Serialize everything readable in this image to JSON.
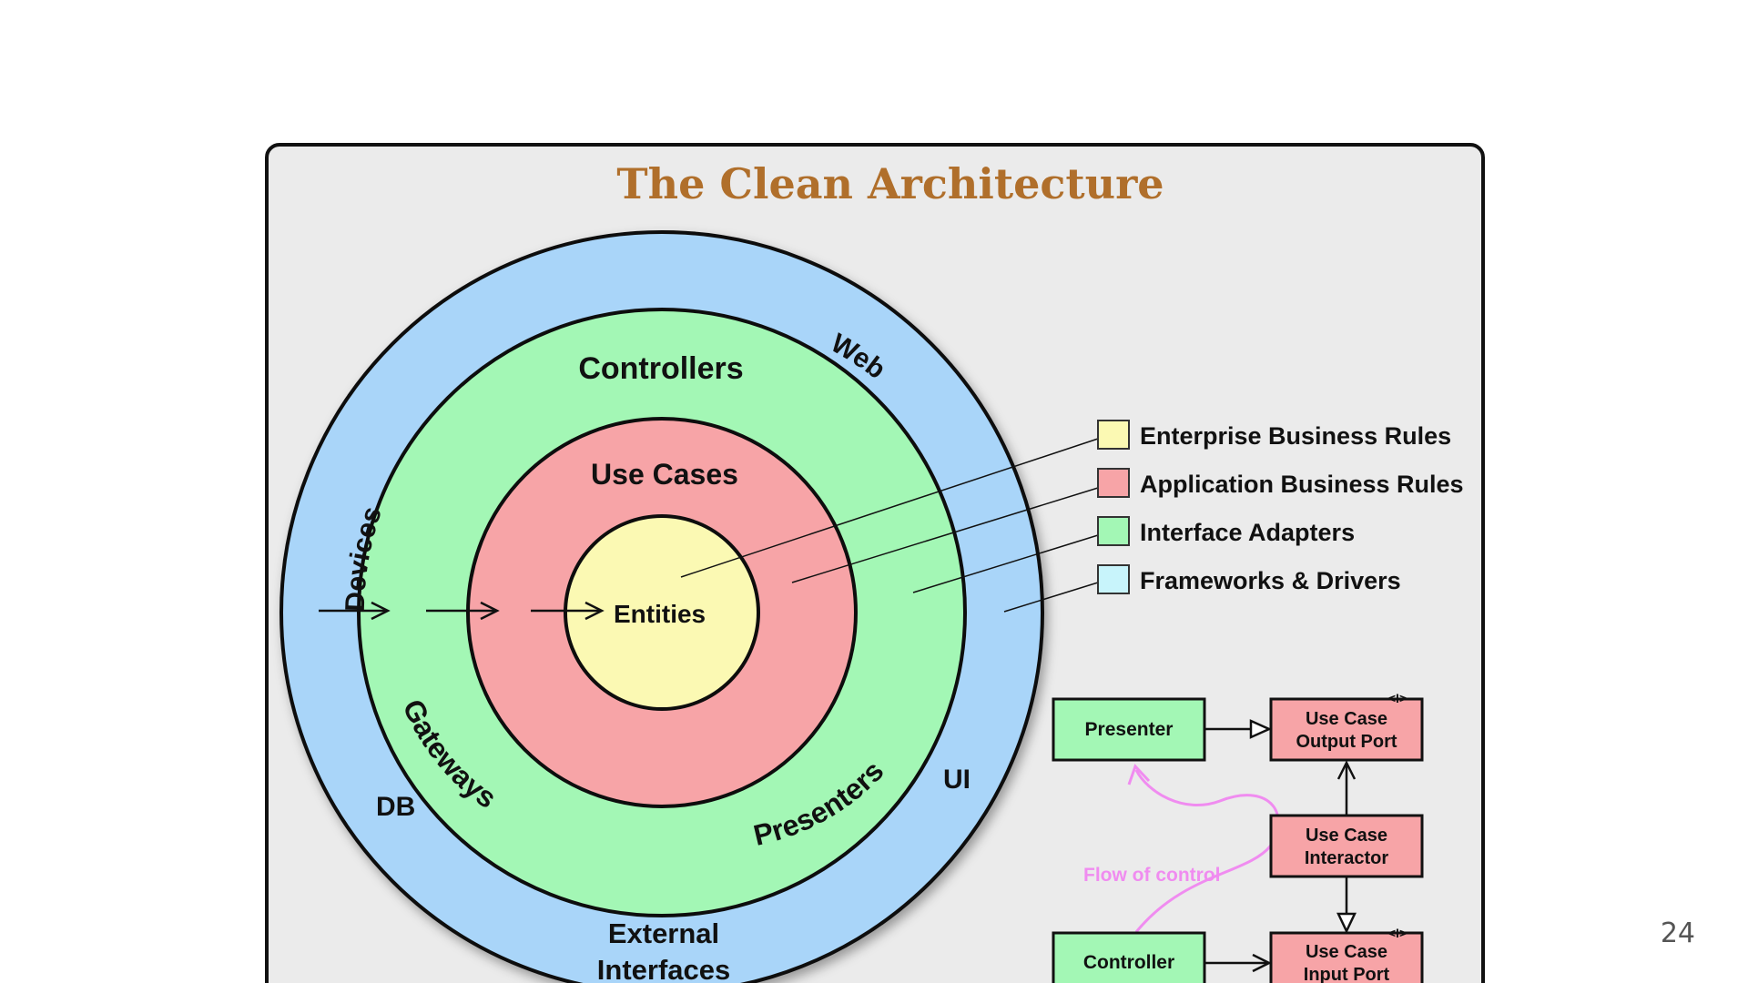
{
  "slide": {
    "title": "The Clean Architecture",
    "page_number": "24"
  },
  "rings": {
    "outer": "Devices",
    "web": "Web",
    "db": "DB",
    "ui": "UI",
    "external": [
      "External",
      "Interfaces"
    ],
    "controllers": "Controllers",
    "gateways": "Gateways",
    "presenters": "Presenters",
    "use_cases": "Use Cases",
    "entities": "Entities"
  },
  "legend": [
    {
      "label": "Enterprise Business Rules",
      "color": "#fbf9b3"
    },
    {
      "label": "Application Business Rules",
      "color": "#f7a4a7"
    },
    {
      "label": "Interface Adapters",
      "color": "#a3f7b5"
    },
    {
      "label": "Frameworks & Drivers",
      "color": "#c8f4fb"
    }
  ],
  "flow": {
    "presenter": "Presenter",
    "controller": "Controller",
    "output_port": [
      "Use Case",
      "Output Port"
    ],
    "interactor": [
      "Use Case",
      "Interactor"
    ],
    "input_port": [
      "Use Case",
      "Input Port"
    ],
    "interface_marker": "<I>",
    "flow_of_control": "Flow of control"
  },
  "colors": {
    "title": "#b06f2b",
    "frame_bg": "#ebebeb",
    "frameworks": "#a9d5f9",
    "adapters": "#a3f7b5",
    "application": "#f7a4a7",
    "enterprise": "#fbf9b3",
    "flow_control": "#f08cf0"
  }
}
